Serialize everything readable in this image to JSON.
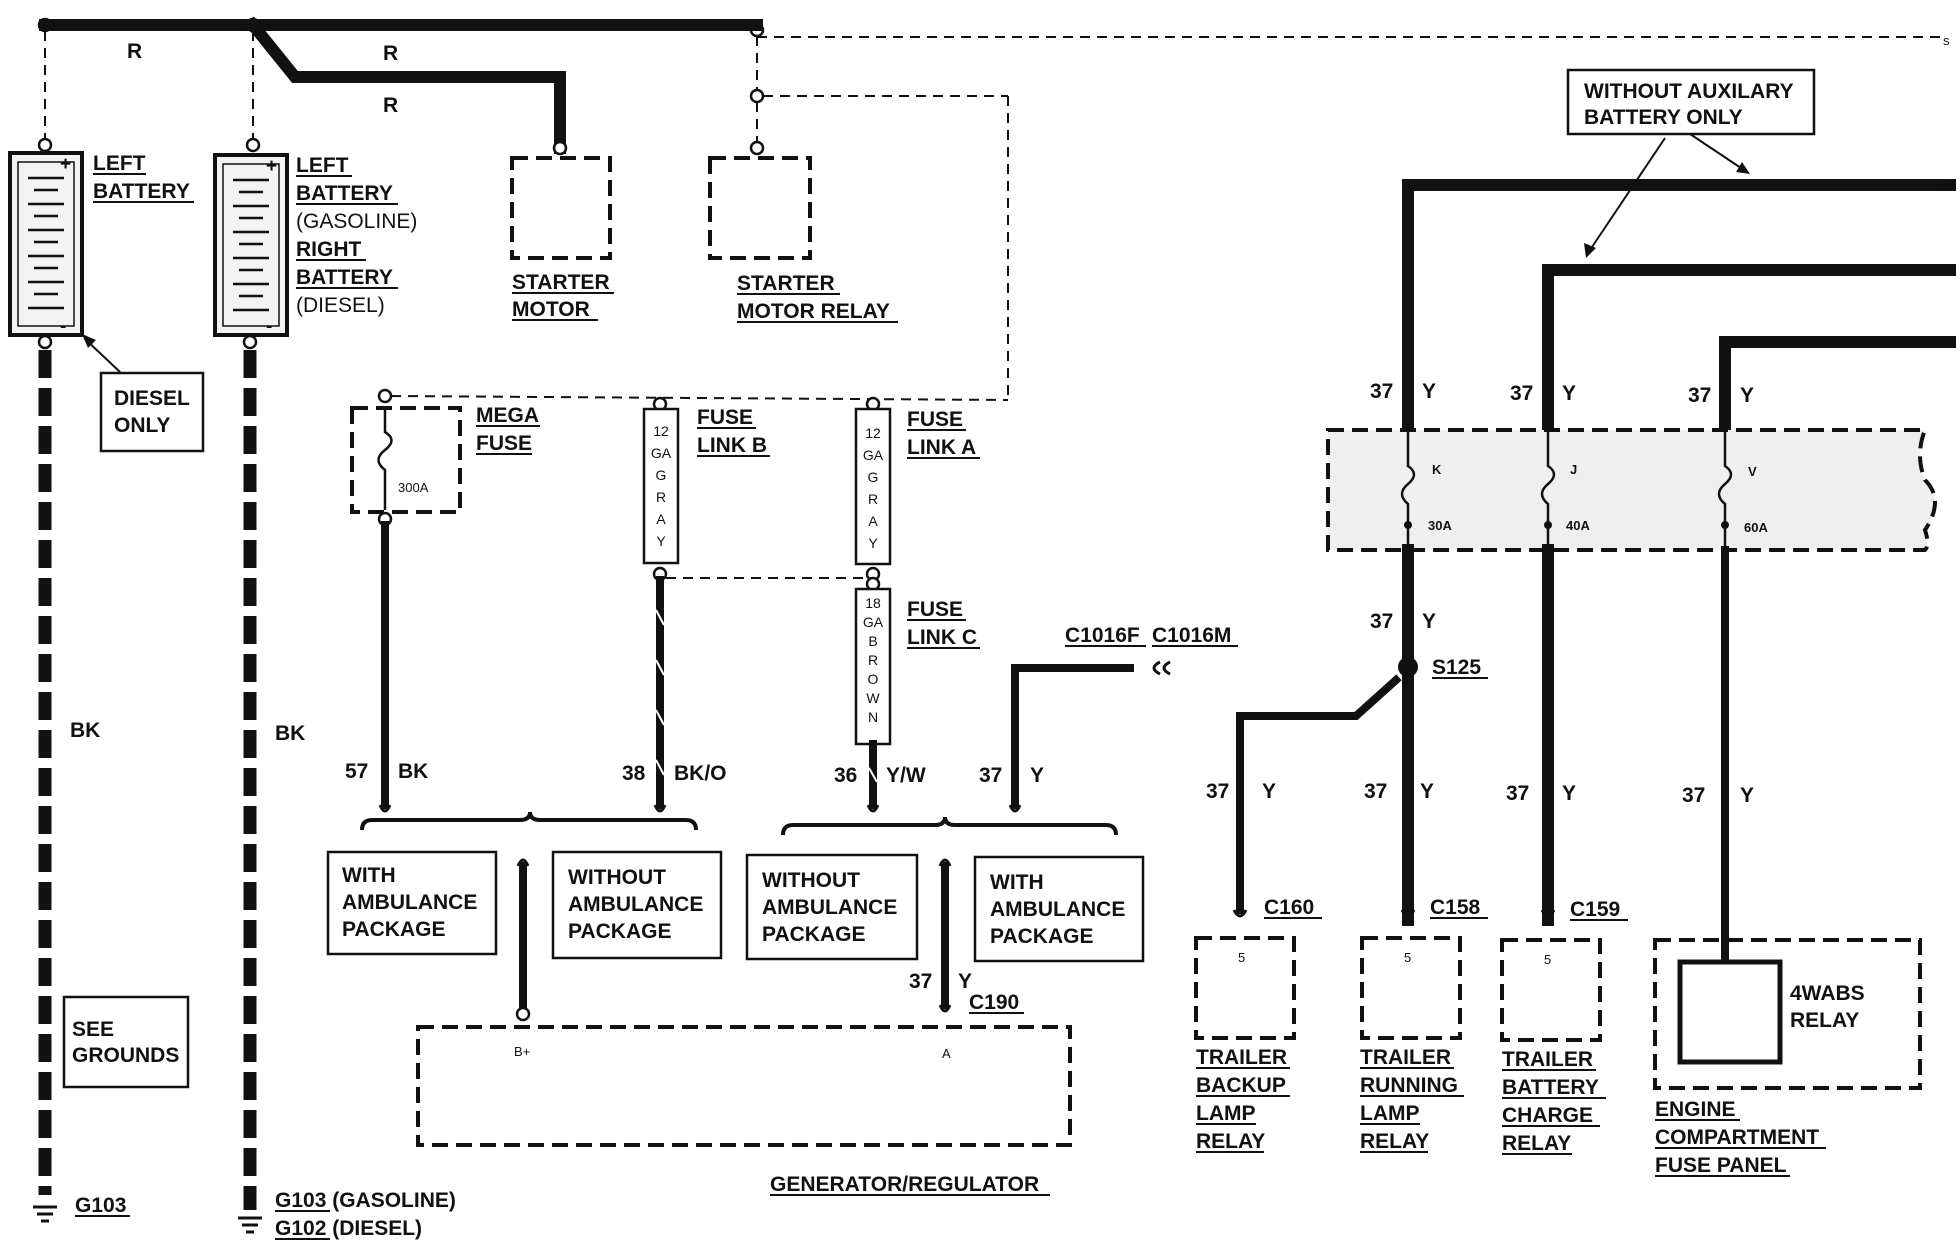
{
  "components": {
    "left_battery_diesel": {
      "line1": "LEFT",
      "line2": "BATTERY"
    },
    "left_battery_main": {
      "line1": "LEFT",
      "line2": "BATTERY",
      "line3": "(GASOLINE)",
      "line4": "RIGHT",
      "line5": "BATTERY",
      "line6": "(DIESEL)"
    },
    "diesel_only": {
      "line1": "DIESEL",
      "line2": "ONLY"
    },
    "starter_motor": {
      "line1": "STARTER",
      "line2": "MOTOR"
    },
    "starter_motor_relay": {
      "line1": "STARTER",
      "line2": "MOTOR RELAY"
    },
    "mega_fuse": {
      "line1": "MEGA",
      "line2": "FUSE",
      "rating": "300A"
    },
    "fuse_link_b": {
      "line1": "FUSE",
      "line2": "LINK B",
      "gauge": [
        "12",
        "GA",
        "G",
        "R",
        "A",
        "Y"
      ]
    },
    "fuse_link_a": {
      "line1": "FUSE",
      "line2": "LINK A",
      "gauge": [
        "12",
        "GA",
        "G",
        "R",
        "A",
        "Y"
      ]
    },
    "fuse_link_c": {
      "line1": "FUSE",
      "line2": "LINK C",
      "gauge": [
        "18",
        "GA",
        "B",
        "R",
        "O",
        "W",
        "N"
      ]
    },
    "without_aux": {
      "line1": "WITHOUT AUXILARY",
      "line2": "BATTERY ONLY"
    },
    "see_grounds": {
      "line1": "SEE",
      "line2": "GROUNDS"
    },
    "with_amb_1": {
      "line1": "WITH",
      "line2": "AMBULANCE",
      "line3": "PACKAGE"
    },
    "without_amb_1": {
      "line1": "WITHOUT",
      "line2": "AMBULANCE",
      "line3": "PACKAGE"
    },
    "without_amb_2": {
      "line1": "WITHOUT",
      "line2": "AMBULANCE",
      "line3": "PACKAGE"
    },
    "with_amb_2": {
      "line1": "WITH",
      "line2": "AMBULANCE",
      "line3": "PACKAGE"
    },
    "generator": {
      "label": "GENERATOR/REGULATOR",
      "pin_b": "B+",
      "pin_a": "A"
    },
    "trailer_backup": {
      "lines": [
        "TRAILER",
        "BACKUP",
        "LAMP",
        "RELAY"
      ],
      "pin": "5"
    },
    "trailer_running": {
      "lines": [
        "TRAILER",
        "RUNNING",
        "LAMP",
        "RELAY"
      ],
      "pin": "5"
    },
    "trailer_charge": {
      "lines": [
        "TRAILER",
        "BATTERY",
        "CHARGE",
        "RELAY"
      ],
      "pin": "5"
    },
    "engine_fuse_panel": {
      "lines": [
        "ENGINE",
        "COMPARTMENT",
        "FUSE PANEL"
      ],
      "relay": [
        "4WABS",
        "RELAY"
      ]
    },
    "fuse_k": {
      "letter": "K",
      "rating": "30A"
    },
    "fuse_j": {
      "letter": "J",
      "rating": "40A"
    },
    "fuse_v": {
      "letter": "V",
      "rating": "60A"
    }
  },
  "wires": {
    "r1": "R",
    "r2": "R",
    "r3": "R",
    "bk_left": "BK",
    "bk_mid": "BK",
    "w57": {
      "num": "57",
      "color": "BK"
    },
    "w38": {
      "num": "38",
      "color": "BK/O"
    },
    "w36": {
      "num": "36",
      "color": "Y/W"
    },
    "w37_gen": {
      "num": "37",
      "color": "Y"
    },
    "w37_c190": {
      "num": "37",
      "color": "Y"
    },
    "w37_k_top": {
      "num": "37",
      "color": "Y"
    },
    "w37_j_top": {
      "num": "37",
      "color": "Y"
    },
    "w37_v_top": {
      "num": "37",
      "color": "Y"
    },
    "w37_k_bot": {
      "num": "37",
      "color": "Y"
    },
    "w37_c160": {
      "num": "37",
      "color": "Y"
    },
    "w37_c158": {
      "num": "37",
      "color": "Y"
    },
    "w37_c159": {
      "num": "37",
      "color": "Y"
    },
    "w37_fp": {
      "num": "37",
      "color": "Y"
    }
  },
  "connectors": {
    "c1016f": "C1016F",
    "c1016m": "C1016M",
    "s125": "S125",
    "c160": "C160",
    "c158": "C158",
    "c159": "C159",
    "c190": "C190"
  },
  "grounds": {
    "g103_left": "G103",
    "g103_gas": "G103 (GASOLINE)",
    "g102_diesel": "G102 (DIESEL)"
  }
}
